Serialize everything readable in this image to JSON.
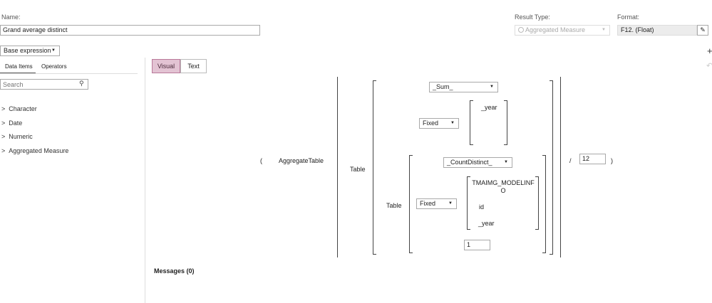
{
  "name": {
    "label": "Name:",
    "value": "Grand average distinct"
  },
  "result_type": {
    "label": "Result Type:",
    "value": "Aggregated Measure"
  },
  "format": {
    "label": "Format:",
    "value": "F12. (Float)"
  },
  "base_expression": {
    "value": "Base expression"
  },
  "left_tabs": {
    "data_items": "Data Items",
    "operators": "Operators"
  },
  "search": {
    "placeholder": "Search"
  },
  "tree": [
    {
      "label": "Character"
    },
    {
      "label": "Date"
    },
    {
      "label": "Numeric"
    },
    {
      "label": "Aggregated Measure"
    }
  ],
  "mode_tabs": {
    "visual": "Visual",
    "text": "Text"
  },
  "expression": {
    "open_paren": "(",
    "function": "AggregateTable",
    "outer_table_label": "Table",
    "sum_select": "_Sum_",
    "fixed_select_1": "Fixed",
    "fixed_1_items": [
      "_year"
    ],
    "inner_table_label": "Table",
    "countdistinct_select": "_CountDistinct_",
    "fixed_select_2": "Fixed",
    "fixed_2_items": [
      "TMAIMG_MODELINFO",
      "id",
      "_year"
    ],
    "constant_value": "1",
    "divide_op": "/",
    "divisor_value": "12",
    "close_paren": ")"
  },
  "messages": {
    "label": "Messages (0)"
  }
}
